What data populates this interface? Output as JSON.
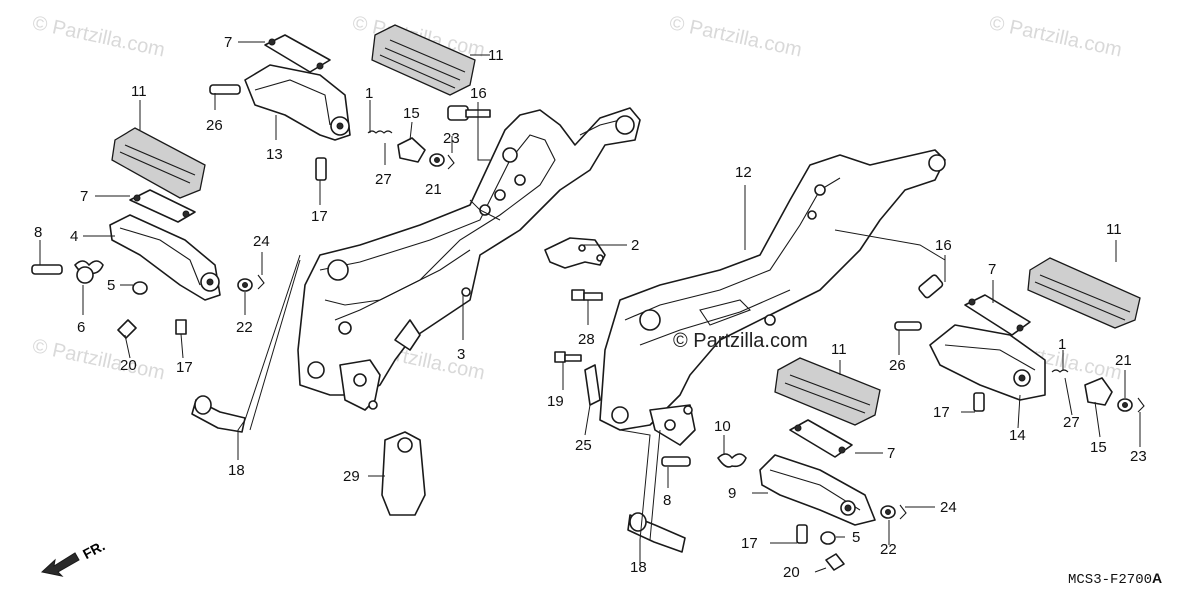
{
  "watermark": "© Partzilla.com",
  "center_watermark": "© Partzilla.com",
  "diagram_code": "MCS3-F2700",
  "diagram_code_suffix": "A",
  "direction_label": "FR.",
  "callouts": {
    "c1": "7",
    "c2": "11",
    "c3": "11",
    "c4": "26",
    "c5": "1",
    "c6": "15",
    "c7": "16",
    "c8": "23",
    "c9": "13",
    "c10": "27",
    "c11": "21",
    "c12": "17",
    "c13": "7",
    "c14": "8",
    "c15": "4",
    "c16": "24",
    "c17": "5",
    "c18": "6",
    "c19": "22",
    "c20": "20",
    "c21": "17",
    "c22": "3",
    "c23": "2",
    "c24": "28",
    "c25": "12",
    "c26": "16",
    "c27": "11",
    "c28": "7",
    "c29": "26",
    "c30": "1",
    "c31": "21",
    "c32": "17",
    "c33": "27",
    "c34": "14",
    "c35": "15",
    "c36": "23",
    "c37": "19",
    "c38": "25",
    "c39": "18",
    "c40": "29",
    "c41": "11",
    "c42": "10",
    "c43": "8",
    "c44": "7",
    "c45": "9",
    "c46": "24",
    "c47": "5",
    "c48": "22",
    "c49": "17",
    "c50": "20",
    "c51": "18"
  }
}
